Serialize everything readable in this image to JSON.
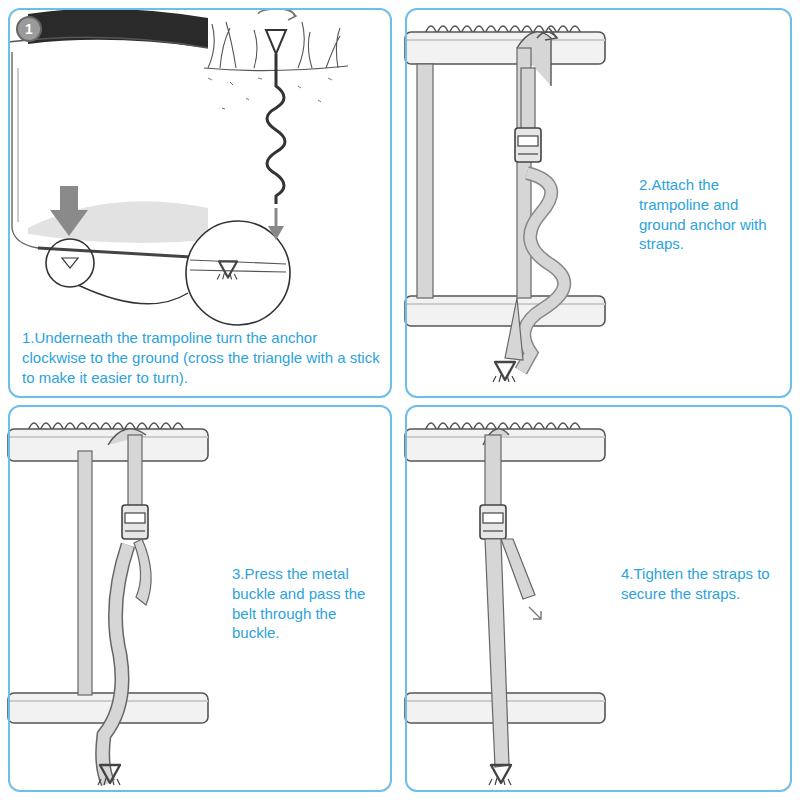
{
  "diagram": {
    "nodes": [
      {
        "text": [
          "1.Underneath the trampoline turn the anchor clockwise to the ground (cross the triangle with a stick to make it easier to turn)."
        ]
      },
      {
        "text": [
          "1"
        ],
        "in": 0
      },
      {
        "text": [
          "2.Attach the trampoline and ground anchor with straps."
        ]
      },
      {
        "text": [
          "3.Press the metal buckle and pass the belt through the buckle."
        ]
      },
      {
        "text": [
          "4.Tighten the straps to secure the straps."
        ]
      }
    ]
  }
}
